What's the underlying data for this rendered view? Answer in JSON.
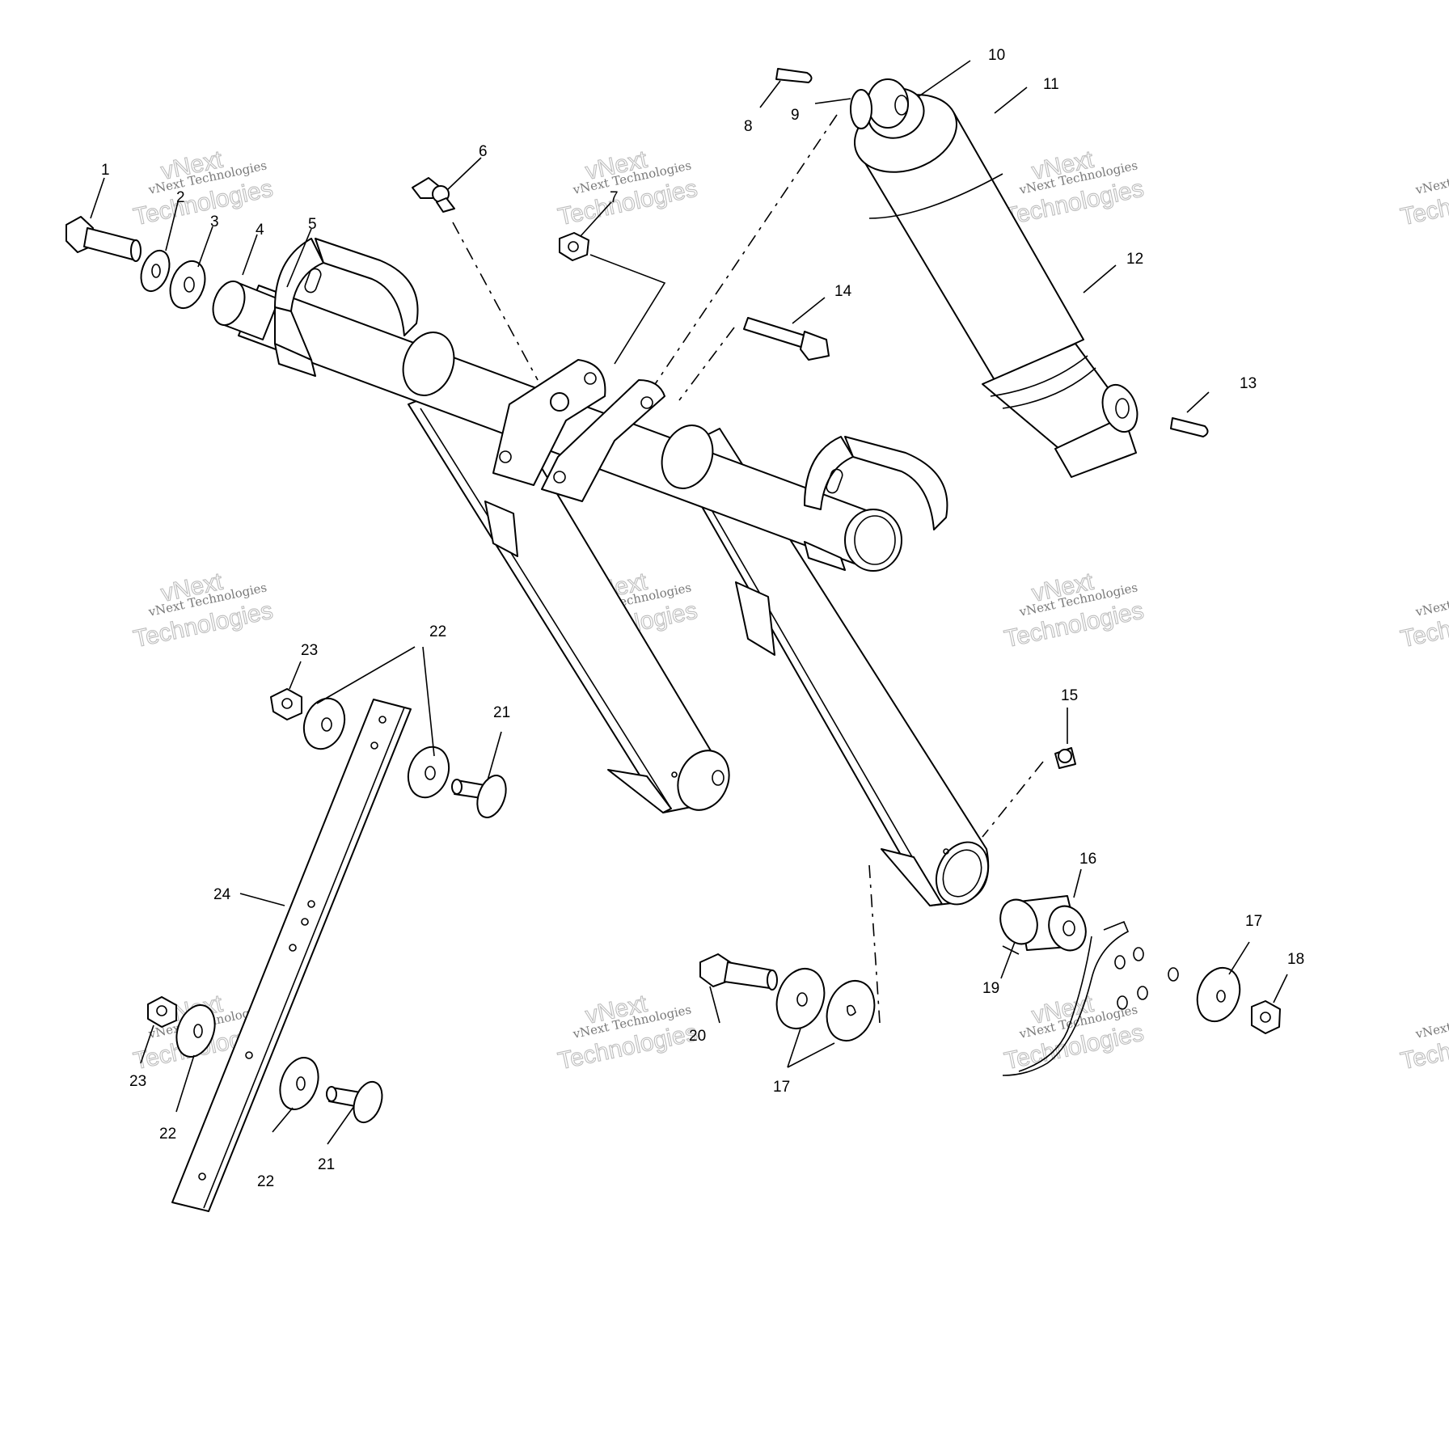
{
  "diagram": {
    "callouts": [
      "1",
      "2",
      "3",
      "4",
      "5",
      "6",
      "7",
      "8",
      "9",
      "10",
      "11",
      "12",
      "13",
      "14",
      "15",
      "16",
      "17",
      "17",
      "18",
      "19",
      "20",
      "21",
      "21",
      "22",
      "22",
      "22",
      "23",
      "23",
      "24"
    ],
    "watermark": {
      "line1": "vNext Technologies",
      "line2": "Technologies",
      "line3": "vNext"
    }
  }
}
